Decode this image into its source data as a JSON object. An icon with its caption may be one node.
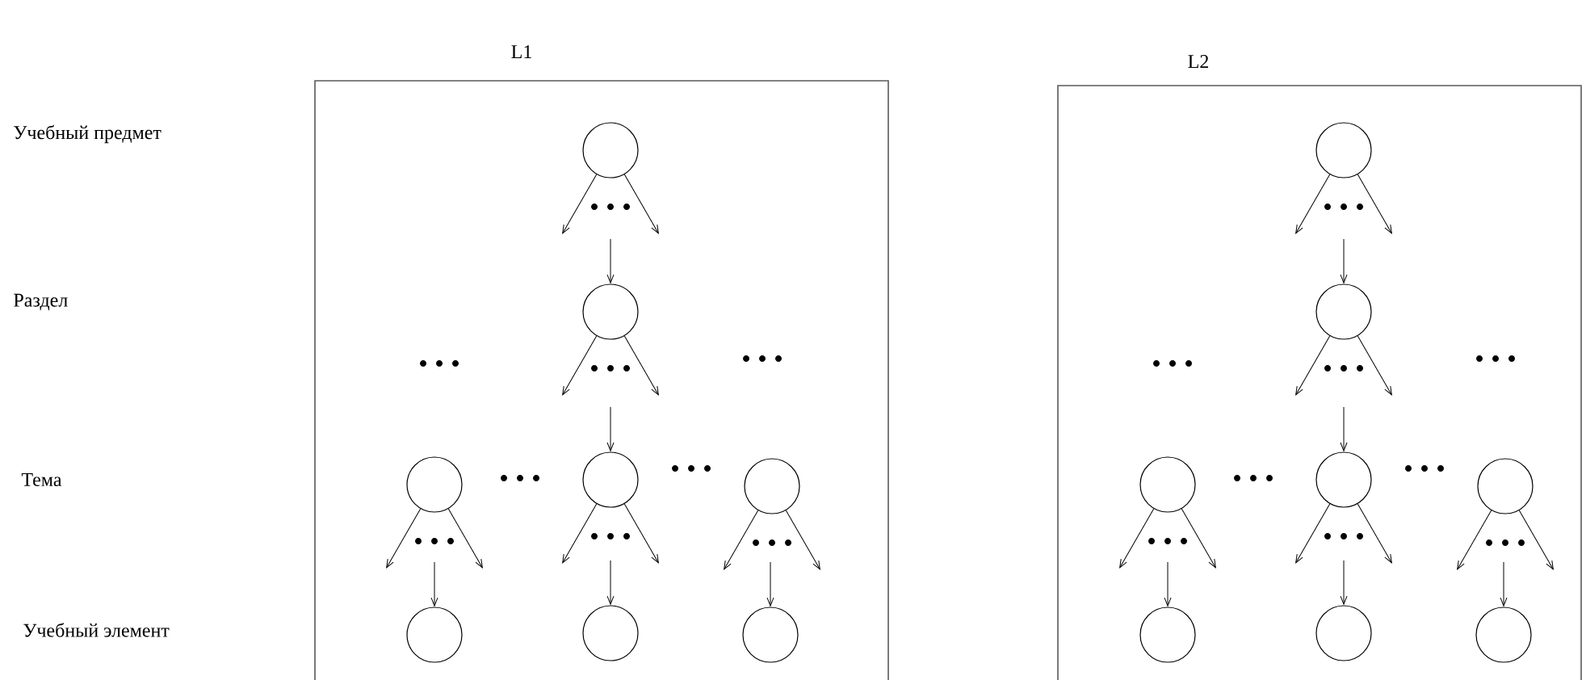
{
  "diagram": {
    "nodes": [
      {
        "text": [
          "L1"
        ]
      },
      {
        "text": [],
        "shape": "circle",
        "in": 0
      },
      {
        "text": [],
        "shape": "circle",
        "in": 0
      },
      {
        "text": [],
        "shape": "circle",
        "in": 0
      },
      {
        "text": [],
        "shape": "circle",
        "in": 0
      },
      {
        "text": [],
        "shape": "circle",
        "in": 0
      },
      {
        "text": [],
        "shape": "circle",
        "in": 0
      },
      {
        "text": [],
        "shape": "circle",
        "in": 0
      },
      {
        "text": [],
        "shape": "circle",
        "in": 0
      },
      {
        "text": [
          "L2"
        ]
      },
      {
        "text": [],
        "shape": "circle",
        "in": 9
      },
      {
        "text": [],
        "shape": "circle",
        "in": 9
      },
      {
        "text": [],
        "shape": "circle",
        "in": 9
      },
      {
        "text": [],
        "shape": "circle",
        "in": 9
      },
      {
        "text": [],
        "shape": "circle",
        "in": 9
      },
      {
        "text": [],
        "shape": "circle",
        "in": 9
      },
      {
        "text": [],
        "shape": "circle",
        "in": 9
      },
      {
        "text": [],
        "shape": "circle",
        "in": 9
      }
    ],
    "edges": [
      {
        "from": 1,
        "to": null,
        "arrow": "to"
      },
      {
        "from": 1,
        "to": null,
        "arrow": "to"
      },
      {
        "from": null,
        "to": 2,
        "arrow": "to"
      },
      {
        "from": 2,
        "to": null,
        "arrow": "to"
      },
      {
        "from": 2,
        "to": null,
        "arrow": "to"
      },
      {
        "from": null,
        "to": 4,
        "arrow": "to"
      },
      {
        "from": 3,
        "to": null,
        "arrow": "to"
      },
      {
        "from": 3,
        "to": null,
        "arrow": "to"
      },
      {
        "from": null,
        "to": 6,
        "arrow": "to"
      },
      {
        "from": 4,
        "to": null,
        "arrow": "to"
      },
      {
        "from": 4,
        "to": null,
        "arrow": "to"
      },
      {
        "from": null,
        "to": 7,
        "arrow": "to"
      },
      {
        "from": 5,
        "to": null,
        "arrow": "to"
      },
      {
        "from": 5,
        "to": null,
        "arrow": "to"
      },
      {
        "from": null,
        "to": 8,
        "arrow": "to"
      },
      {
        "from": 10,
        "to": null,
        "arrow": "to"
      },
      {
        "from": 10,
        "to": null,
        "arrow": "to"
      },
      {
        "from": null,
        "to": 11,
        "arrow": "to"
      },
      {
        "from": 11,
        "to": null,
        "arrow": "to"
      },
      {
        "from": 11,
        "to": null,
        "arrow": "to"
      },
      {
        "from": null,
        "to": 13,
        "arrow": "to"
      },
      {
        "from": 12,
        "to": null,
        "arrow": "to"
      },
      {
        "from": 12,
        "to": null,
        "arrow": "to"
      },
      {
        "from": null,
        "to": 15,
        "arrow": "to"
      },
      {
        "from": 13,
        "to": null,
        "arrow": "to"
      },
      {
        "from": 13,
        "to": null,
        "arrow": "to"
      },
      {
        "from": null,
        "to": 16,
        "arrow": "to"
      },
      {
        "from": 14,
        "to": null,
        "arrow": "to"
      },
      {
        "from": 14,
        "to": null,
        "arrow": "to"
      },
      {
        "from": null,
        "to": 17,
        "arrow": "to"
      }
    ],
    "labels": [
      "Учебный предмет",
      "Раздел",
      "Тема",
      "Учебный элемент"
    ]
  }
}
